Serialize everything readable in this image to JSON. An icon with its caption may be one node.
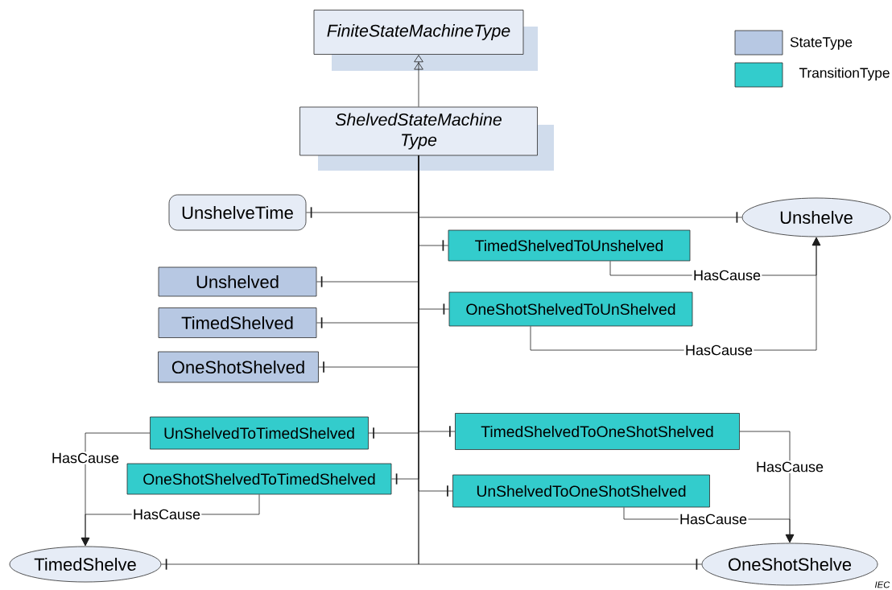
{
  "diagram": {
    "nodes": [
      {
        "text": [
          "FiniteStateMachineType"
        ]
      },
      {
        "text": [
          "ShelvedStateMachine Type"
        ]
      },
      {
        "text": [
          "UnshelveTime"
        ]
      },
      {
        "text": [
          "Unshelve"
        ]
      },
      {
        "text": [
          "TimedShelvedToUnshelved"
        ]
      },
      {
        "text": [
          "Unshelved"
        ]
      },
      {
        "text": [
          "OneShotShelvedToUnShelved"
        ]
      },
      {
        "text": [
          "TimedShelved"
        ]
      },
      {
        "text": [
          "OneShotShelved"
        ]
      },
      {
        "text": [
          "UnShelvedToTimedShelved"
        ]
      },
      {
        "text": [
          "TimedShelvedToOneShotShelved"
        ]
      },
      {
        "text": [
          "OneShotShelvedToTimedShelved"
        ]
      },
      {
        "text": [
          "UnShelvedToOneShotShelved"
        ]
      },
      {
        "text": [
          "TimedShelve"
        ]
      },
      {
        "text": [
          "OneShotShelve"
        ]
      }
    ],
    "edges": [
      {
        "from": 1,
        "to": 0,
        "arrow": "to"
      },
      {
        "from": 1,
        "to": 2,
        "arrow": "other"
      },
      {
        "from": 1,
        "to": 3,
        "arrow": "other"
      },
      {
        "from": 1,
        "to": 4,
        "arrow": "other"
      },
      {
        "from": 1,
        "to": 5,
        "arrow": "other"
      },
      {
        "from": 1,
        "to": 6,
        "arrow": "other"
      },
      {
        "from": 1,
        "to": 7,
        "arrow": "other"
      },
      {
        "from": 1,
        "to": 8,
        "arrow": "other"
      },
      {
        "from": 1,
        "to": 9,
        "arrow": "other"
      },
      {
        "from": 1,
        "to": 10,
        "arrow": "other"
      },
      {
        "from": 1,
        "to": 11,
        "arrow": "other"
      },
      {
        "from": 1,
        "to": 12,
        "arrow": "other"
      },
      {
        "from": 1,
        "to": 13,
        "arrow": "other"
      },
      {
        "from": 1,
        "to": 14,
        "arrow": "other"
      },
      {
        "from": 4,
        "to": 3,
        "arrow": "to",
        "label": "HasCause"
      },
      {
        "from": 6,
        "to": 3,
        "arrow": "to",
        "label": "HasCause"
      },
      {
        "from": 9,
        "to": 13,
        "arrow": "to",
        "label": "HasCause"
      },
      {
        "from": 11,
        "to": 13,
        "arrow": "to",
        "label": "HasCause"
      },
      {
        "from": 10,
        "to": 14,
        "arrow": "to",
        "label": "HasCause"
      },
      {
        "from": 12,
        "to": 14,
        "arrow": "to",
        "label": "HasCause"
      }
    ],
    "labels": [
      "IEC"
    ],
    "legend": [
      {
        "text": "StateType",
        "color": "#b7c8e3"
      },
      {
        "text": "TransitionType",
        "color": "#33cccc"
      }
    ]
  }
}
